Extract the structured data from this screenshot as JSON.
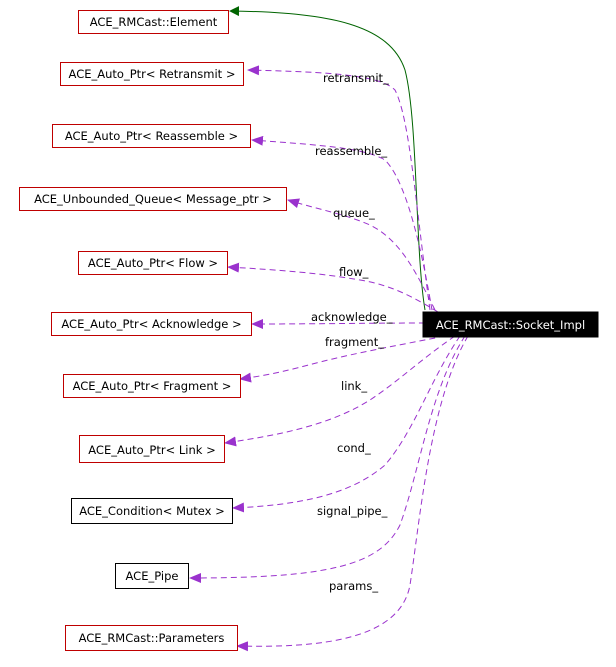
{
  "diagram": {
    "target": {
      "label": "ACE_RMCast::Socket_Impl",
      "fill": "#000000",
      "text_color": "#ffffff"
    },
    "nodes": [
      {
        "id": "element",
        "label": "ACE_RMCast::Element",
        "border": "#bf0000"
      },
      {
        "id": "retransmit",
        "label": "ACE_Auto_Ptr< Retransmit >",
        "border": "#bf0000"
      },
      {
        "id": "reassemble",
        "label": "ACE_Auto_Ptr< Reassemble >",
        "border": "#bf0000"
      },
      {
        "id": "queue",
        "label": "ACE_Unbounded_Queue< Message_ptr >",
        "border": "#bf0000"
      },
      {
        "id": "flow",
        "label": "ACE_Auto_Ptr< Flow >",
        "border": "#bf0000"
      },
      {
        "id": "acknowledge",
        "label": "ACE_Auto_Ptr< Acknowledge >",
        "border": "#bf0000"
      },
      {
        "id": "fragment",
        "label": "ACE_Auto_Ptr< Fragment >",
        "border": "#bf0000"
      },
      {
        "id": "link",
        "label": "ACE_Auto_Ptr< Link >",
        "border": "#bf0000"
      },
      {
        "id": "condition",
        "label": "ACE_Condition< Mutex >",
        "border": "#000000"
      },
      {
        "id": "pipe",
        "label": "ACE_Pipe",
        "border": "#000000"
      },
      {
        "id": "parameters",
        "label": "ACE_RMCast::Parameters",
        "border": "#bf0000"
      }
    ],
    "edges": [
      {
        "id": "inherit",
        "to": "element",
        "label": "",
        "style": "solid",
        "color": "#006400"
      },
      {
        "id": "retransmit",
        "to": "retransmit",
        "label": "retransmit_",
        "style": "dashed",
        "color": "#9a32cd"
      },
      {
        "id": "reassemble",
        "to": "reassemble",
        "label": "reassemble_",
        "style": "dashed",
        "color": "#9a32cd"
      },
      {
        "id": "queue",
        "to": "queue",
        "label": "queue_",
        "style": "dashed",
        "color": "#9a32cd"
      },
      {
        "id": "flow",
        "to": "flow",
        "label": "flow_",
        "style": "dashed",
        "color": "#9a32cd"
      },
      {
        "id": "acknowledge",
        "to": "acknowledge",
        "label": "acknowledge_",
        "style": "dashed",
        "color": "#9a32cd"
      },
      {
        "id": "fragment",
        "to": "fragment",
        "label": "fragment_",
        "style": "dashed",
        "color": "#9a32cd"
      },
      {
        "id": "link",
        "to": "link",
        "label": "link_",
        "style": "dashed",
        "color": "#9a32cd"
      },
      {
        "id": "cond",
        "to": "condition",
        "label": "cond_",
        "style": "dashed",
        "color": "#9a32cd"
      },
      {
        "id": "signal_pipe",
        "to": "pipe",
        "label": "signal_pipe_",
        "style": "dashed",
        "color": "#9a32cd"
      },
      {
        "id": "params",
        "to": "parameters",
        "label": "params_",
        "style": "dashed",
        "color": "#9a32cd"
      }
    ]
  }
}
